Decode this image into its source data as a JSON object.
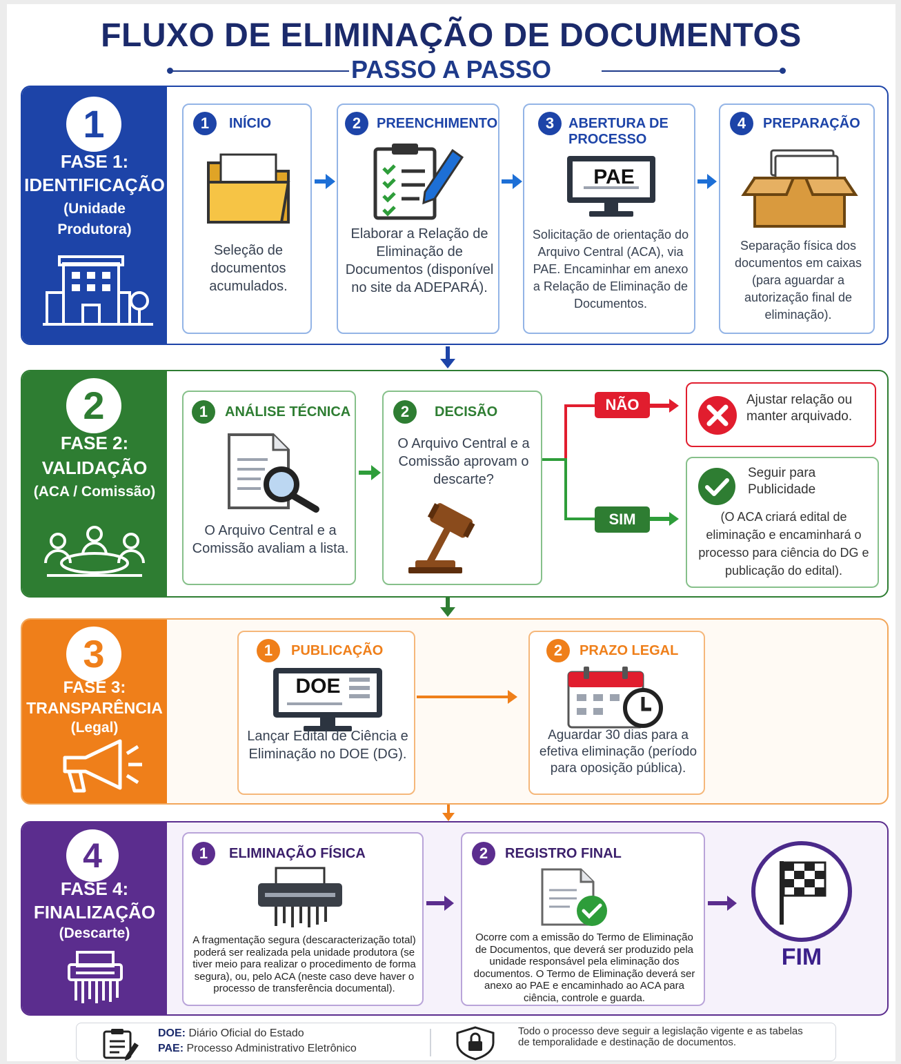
{
  "header": {
    "title": "FLUXO DE ELIMINAÇÃO DE DOCUMENTOS",
    "subtitle": "PASSO A PASSO"
  },
  "colors": {
    "phase1": "#1d44a8",
    "phase2": "#2e7d32",
    "phase3": "#ef7f1a",
    "phase4": "#5b2d8e",
    "reject": "#e11d2e",
    "approve": "#2e7d32"
  },
  "phases": [
    {
      "number": "1",
      "label": "FASE 1:",
      "name": "IDENTIFICAÇÃO",
      "sub": "(Unidade\nProdutora)",
      "icon": "building-icon",
      "steps": [
        {
          "num": "1",
          "title": "INÍCIO",
          "icon": "folder-icon",
          "text": "Seleção de documentos acumulados."
        },
        {
          "num": "2",
          "title": "PREENCHIMENTO",
          "icon": "clipboard-checklist-icon",
          "text": "Elaborar a Relação de Eliminação de Documentos (disponível no site da ADEPARÁ)."
        },
        {
          "num": "3",
          "title": "ABERTURA DE PROCESSO",
          "icon": "monitor-pae-icon",
          "icon_label": "PAE",
          "text": "Solicitação de orientação do Arquivo Central (ACA), via PAE. Encaminhar em anexo a Relação de Eliminação de Documentos."
        },
        {
          "num": "4",
          "title": "PREPARAÇÃO",
          "icon": "archive-box-icon",
          "text": "Separação física dos documentos em caixas (para aguardar a autorização final de eliminação)."
        }
      ]
    },
    {
      "number": "2",
      "label": "FASE 2:",
      "name": "VALIDAÇÃO",
      "sub": "(ACA / Comissão)",
      "icon": "committee-meeting-icon",
      "steps": [
        {
          "num": "1",
          "title": "ANÁLISE TÉCNICA",
          "icon": "document-magnifier-icon",
          "text": "O Arquivo Central e a Comissão avaliam a lista."
        },
        {
          "num": "2",
          "title": "DECISÃO",
          "icon": "gavel-icon",
          "text": "O Arquivo Central e a Comissão aprovam o descarte?"
        }
      ],
      "branches": {
        "no_label": "NÃO",
        "no_text": "Ajustar relação ou manter arquivado.",
        "yes_label": "SIM",
        "yes_title": "Seguir para Publicidade",
        "yes_text": "(O ACA criará edital de eliminação e encaminhará o processo para ciência do DG e publicação do edital)."
      }
    },
    {
      "number": "3",
      "label": "FASE 3:",
      "name": "TRANSPARÊNCIA",
      "sub": "(Legal)",
      "icon": "megaphone-icon",
      "steps": [
        {
          "num": "1",
          "title": "PUBLICAÇÃO",
          "icon": "monitor-doe-icon",
          "icon_label": "DOE",
          "text": "Lançar Edital de Ciência e Eliminação no DOE (DG)."
        },
        {
          "num": "2",
          "title": "PRAZO LEGAL",
          "icon": "calendar-clock-icon",
          "text": "Aguardar 30 dias para a efetiva eliminação (período para oposição pública)."
        }
      ]
    },
    {
      "number": "4",
      "label": "FASE 4:",
      "name": "FINALIZAÇÃO",
      "sub": "(Descarte)",
      "icon": "shredder-icon",
      "steps": [
        {
          "num": "1",
          "title": "ELIMINAÇÃO FÍSICA",
          "icon": "shredder-icon",
          "text": "A fragmentação segura (descaracterização total) poderá ser realizada pela unidade produtora (se tiver meio para realizar o procedimento de forma segura), ou, pelo ACA (neste caso deve haver o processo de transferência documental)."
        },
        {
          "num": "2",
          "title": "REGISTRO FINAL",
          "icon": "document-check-icon",
          "text": "Ocorre com a emissão do Termo de Eliminação de Documentos, que deverá ser produzido pela unidade responsável pela eliminação dos documentos. O Termo de Eliminação deverá ser anexo ao PAE e encaminhado ao ACA para ciência, controle e guarda."
        }
      ],
      "end_label": "FIM"
    }
  ],
  "legend": {
    "doe_abbr": "DOE:",
    "doe_full": "Diário Oficial do Estado",
    "pae_abbr": "PAE:",
    "pae_full": "Processo Administrativo Eletrônico",
    "note": "Todo o processo deve seguir a legislação vigente e as tabelas de temporalidade e destinação de documentos."
  }
}
